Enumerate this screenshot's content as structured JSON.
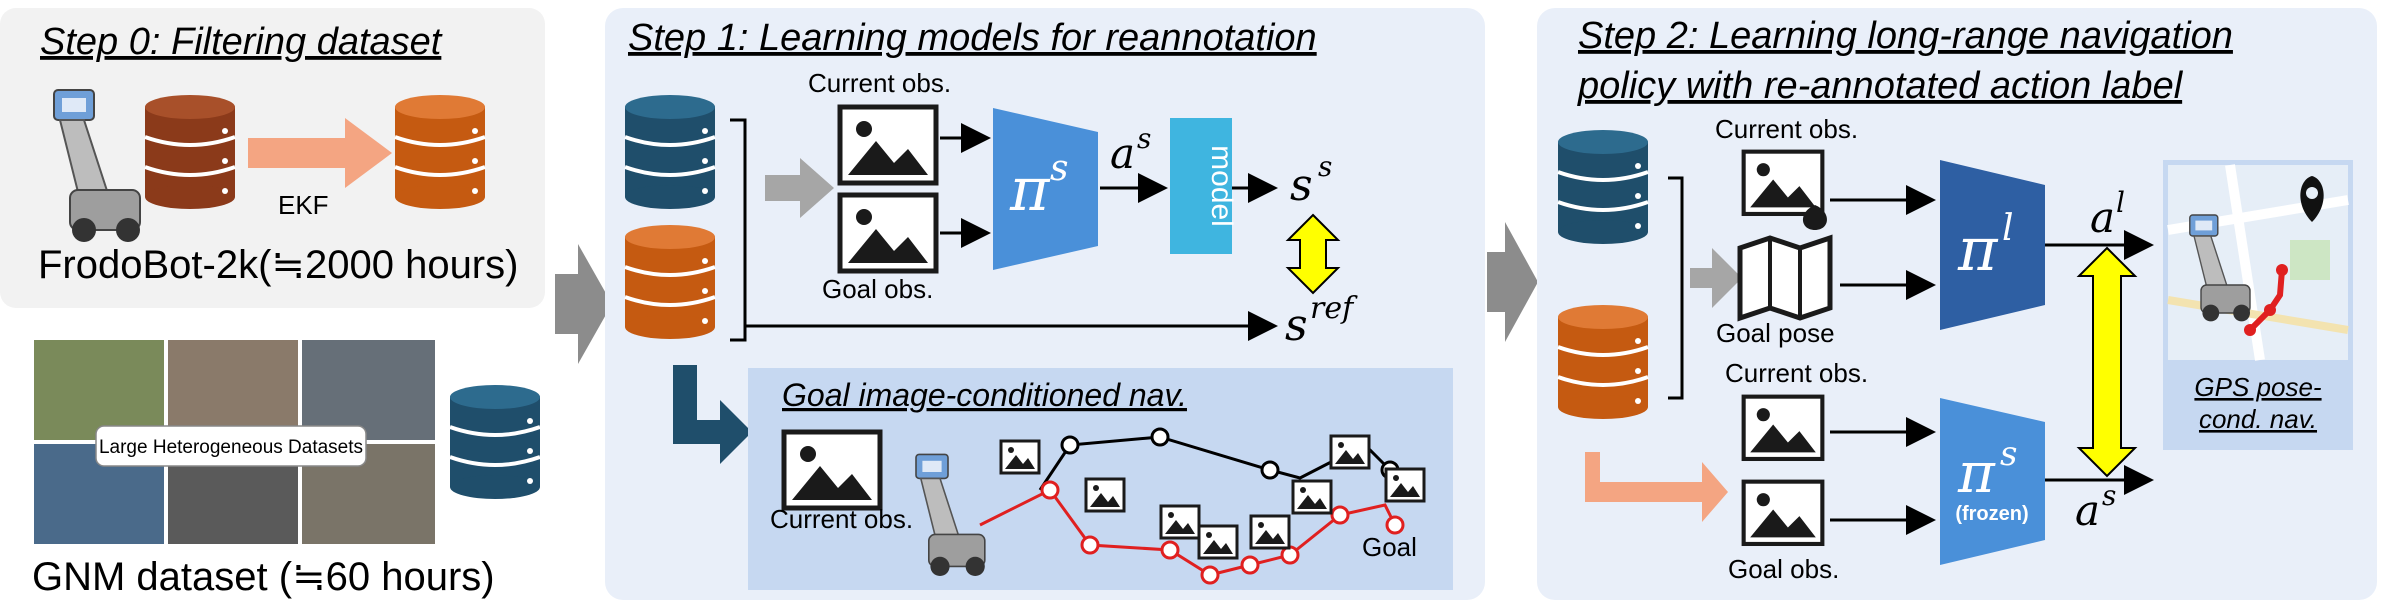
{
  "step0": {
    "title": "Step 0: Filtering dataset",
    "filter_label": "EKF",
    "dataset1": "FrodoBot-2k(≒2000 hours)",
    "collage_label": "Large Heterogeneous Datasets",
    "dataset2": "GNM dataset (≒60 hours)"
  },
  "step1": {
    "title": "Step 1: Learning models for reannotation",
    "current_obs": "Current obs.",
    "goal_obs": "Goal obs.",
    "policy_pi": "π",
    "policy_sup": "s",
    "action_a": "a",
    "action_sup": "s",
    "model_label": "model",
    "state_s": "s",
    "state_sup": "s",
    "ref_s": "s",
    "ref_sup": "ref",
    "sub_title": "Goal image-conditioned nav.",
    "sub_current_obs": "Current obs.",
    "sub_goal": "Goal"
  },
  "step2": {
    "title_line1": "Step 2: Learning long-range navigation",
    "title_line2": "policy with re-annotated action label",
    "current_obs_top": "Current obs.",
    "goal_pose": "Goal pose",
    "current_obs_bottom": "Current obs.",
    "goal_obs": "Goal obs.",
    "policy_l_pi": "π",
    "policy_l_sup": "l",
    "action_l": "a",
    "action_l_sup": "l",
    "policy_s_pi": "π",
    "policy_s_sup": "s",
    "frozen_label": "(frozen)",
    "action_s": "a",
    "action_s_sup": "s",
    "gps_line1": "GPS pose-",
    "gps_line2": "cond. nav."
  },
  "colors": {
    "db_blue": "#1f4e6b",
    "db_orange": "#c55a11",
    "db_brown": "#8b3a1a",
    "policy_blue": "#4a90d9",
    "policy_dark": "#2e5fa3",
    "model_cyan": "#3fb5e0",
    "yellow": "#ffff00",
    "red_path": "#e02020",
    "gray_arrow": "#8c8c8c",
    "salmon_arrow": "#f4a582"
  }
}
